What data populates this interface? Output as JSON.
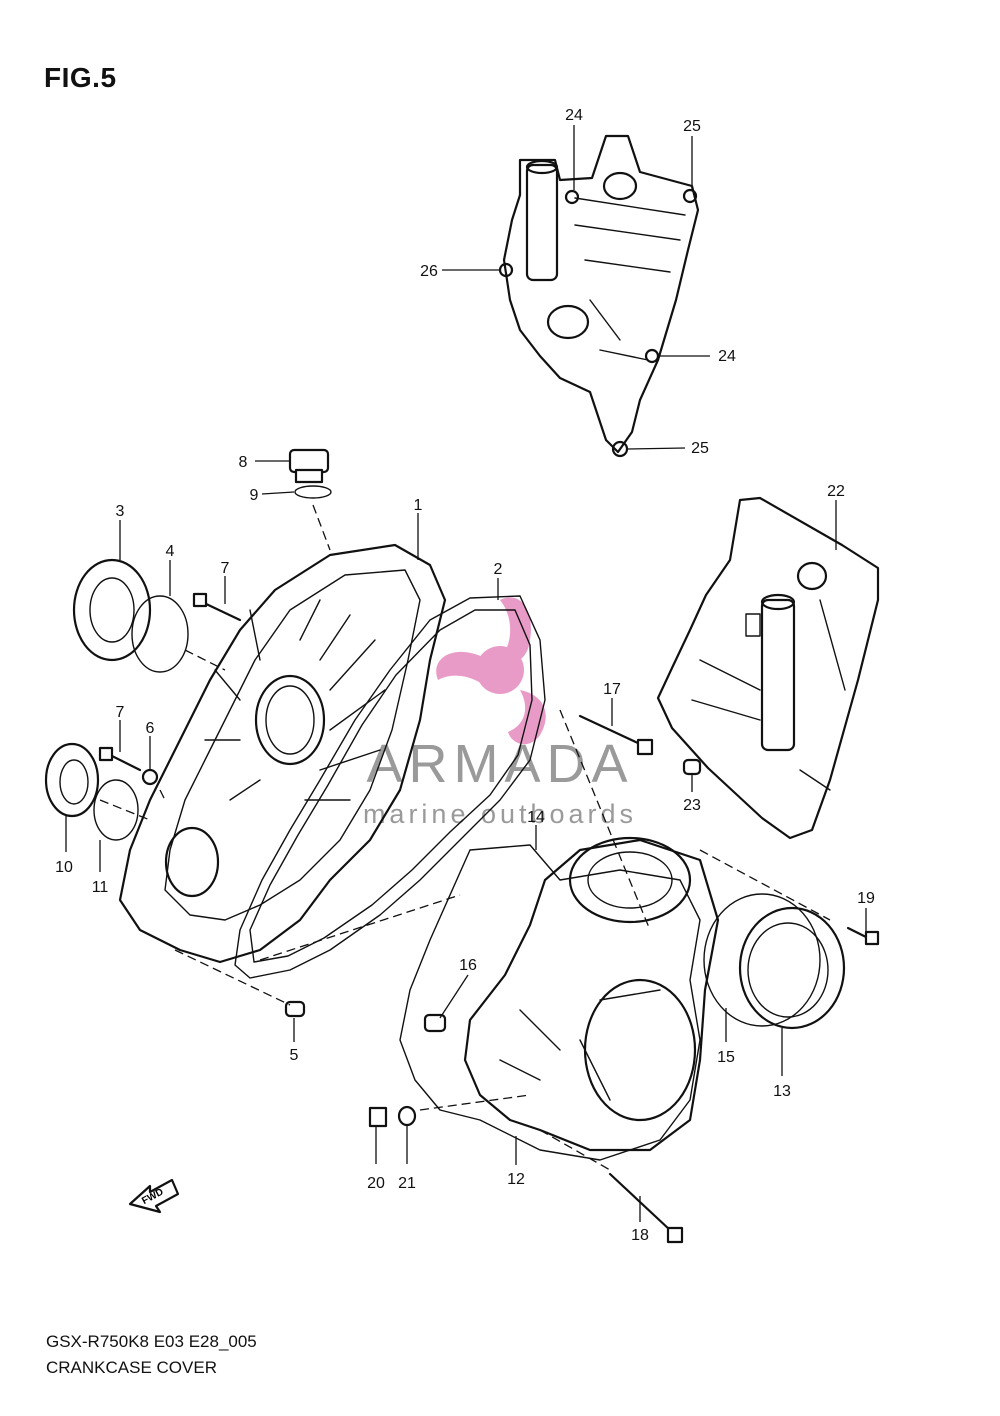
{
  "figure": {
    "title": "FIG.5",
    "model_code": "GSX-R750K8 E03 E28_005",
    "section_name": "CRANKCASE COVER",
    "fwd_label": "FWD"
  },
  "watermark": {
    "brand": "ARMADA",
    "tagline": "marine outboards",
    "logo_color": "#e27ab6"
  },
  "callouts": [
    "1",
    "2",
    "3",
    "4",
    "5",
    "6",
    "7",
    "7",
    "8",
    "9",
    "10",
    "11",
    "12",
    "13",
    "14",
    "15",
    "16",
    "17",
    "18",
    "19",
    "20",
    "21",
    "22",
    "23",
    "24",
    "24",
    "25",
    "25",
    "26"
  ]
}
